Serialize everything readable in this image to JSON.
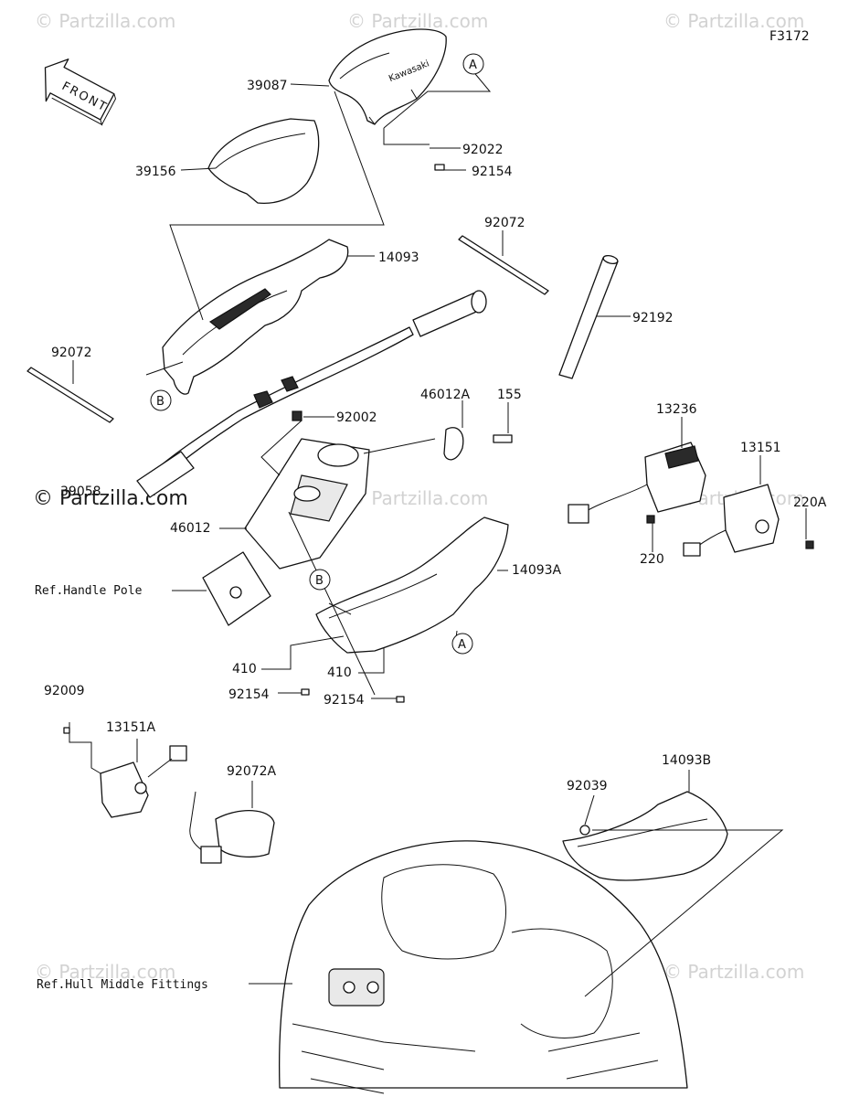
{
  "figure_code": "F3172",
  "front_label": "FRONT",
  "watermark": "© Partzilla.com",
  "brand_logo_text": "Kawasaki",
  "parts": [
    {
      "id": "p39087",
      "number": "39087"
    },
    {
      "id": "p39156",
      "number": "39156"
    },
    {
      "id": "p92022",
      "number": "92022"
    },
    {
      "id": "p92154_top",
      "number": "92154"
    },
    {
      "id": "p14093",
      "number": "14093"
    },
    {
      "id": "p92072_top",
      "number": "92072"
    },
    {
      "id": "p92192",
      "number": "92192"
    },
    {
      "id": "p92072_left",
      "number": "92072"
    },
    {
      "id": "p92002",
      "number": "92002"
    },
    {
      "id": "p46012A",
      "number": "46012A"
    },
    {
      "id": "p155",
      "number": "155"
    },
    {
      "id": "p13236",
      "number": "13236"
    },
    {
      "id": "p13151",
      "number": "13151"
    },
    {
      "id": "p220A",
      "number": "220A"
    },
    {
      "id": "p220",
      "number": "220"
    },
    {
      "id": "p39058",
      "number": "39058"
    },
    {
      "id": "p46012",
      "number": "46012"
    },
    {
      "id": "p14093A",
      "number": "14093A"
    },
    {
      "id": "p410a",
      "number": "410"
    },
    {
      "id": "p410b",
      "number": "410"
    },
    {
      "id": "p92154a",
      "number": "92154"
    },
    {
      "id": "p92154b",
      "number": "92154"
    },
    {
      "id": "p92009",
      "number": "92009"
    },
    {
      "id": "p13151A",
      "number": "13151A"
    },
    {
      "id": "p92072A",
      "number": "92072A"
    },
    {
      "id": "p14093B",
      "number": "14093B"
    },
    {
      "id": "p92039",
      "number": "92039"
    }
  ],
  "references": {
    "handle_pole": "Ref.Handle Pole",
    "hull_middle": "Ref.Hull Middle Fittings"
  },
  "callouts": {
    "a_top": "A",
    "a_bottom": "A",
    "b_left": "B",
    "b_mid": "B"
  }
}
